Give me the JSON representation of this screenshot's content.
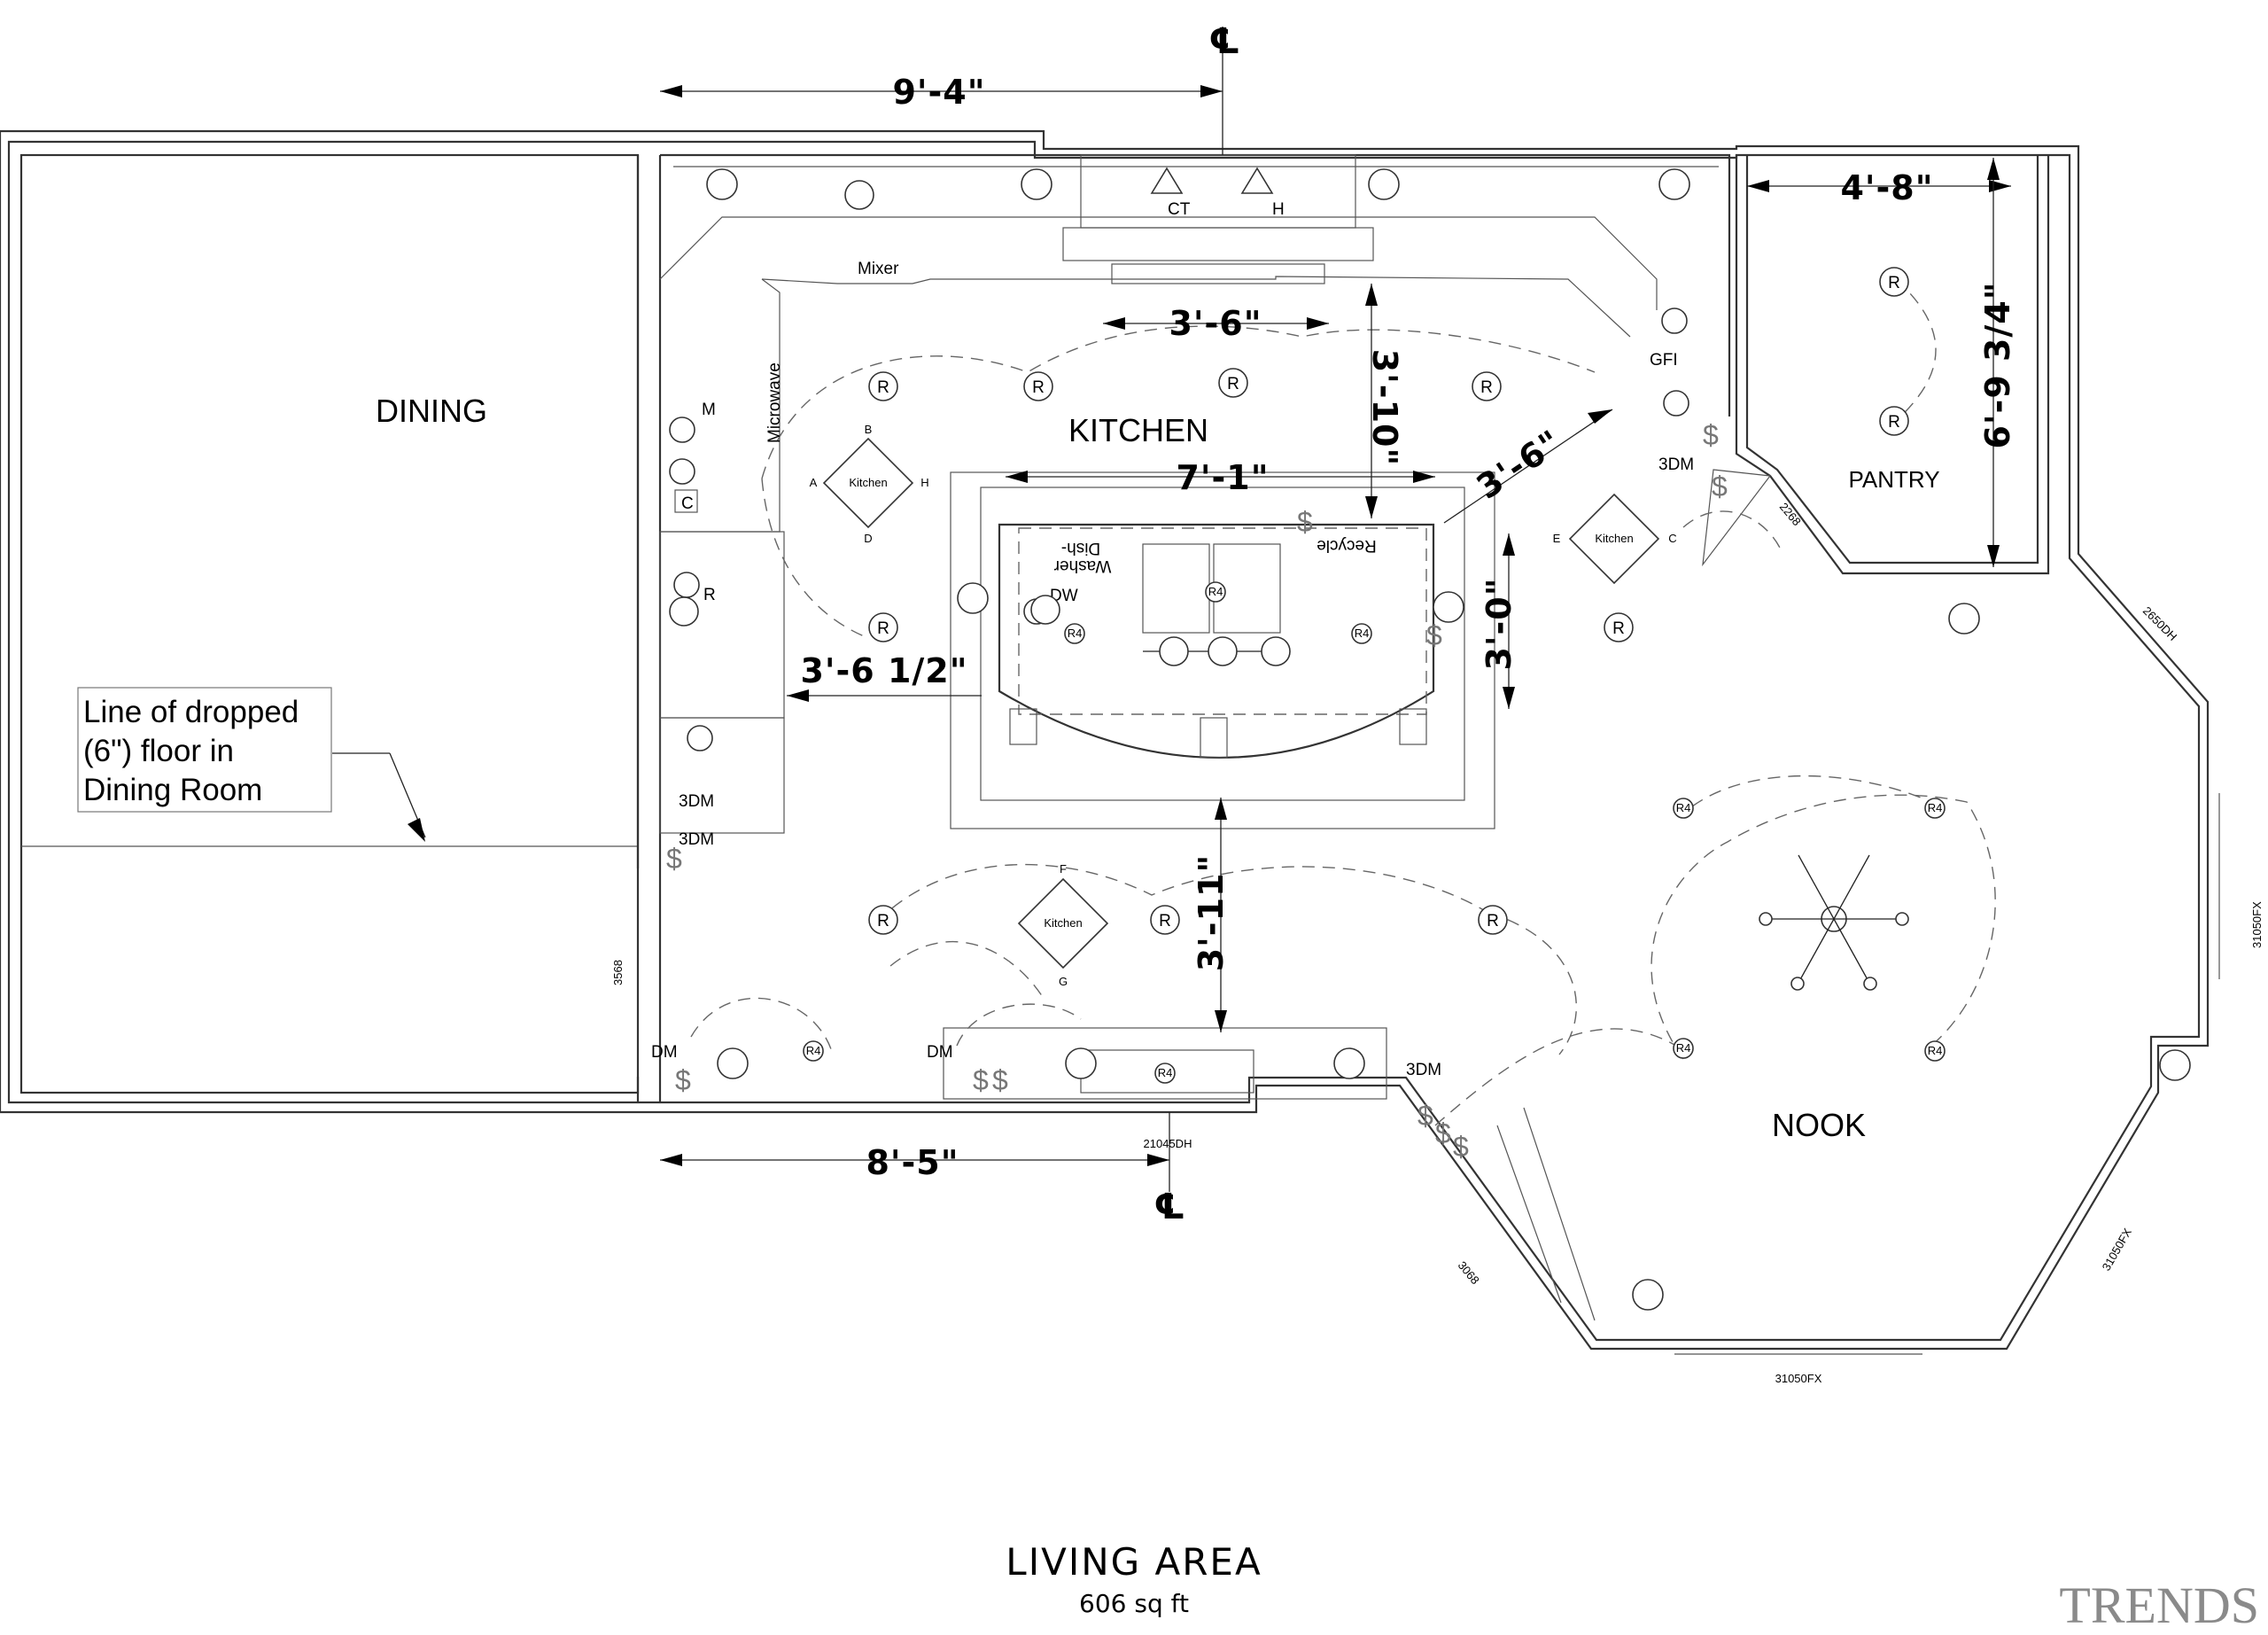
{
  "rooms": {
    "dining": "DINING",
    "kitchen": "KITCHEN",
    "pantry": "PANTRY",
    "nook": "NOOK"
  },
  "dimensions": {
    "top_width": "9'-4\"",
    "bottom_width": "8'-5\"",
    "pantry_width": "4'-8\"",
    "pantry_depth": "6'-9 3/4\"",
    "counter_gap": "3'-6\"",
    "kitchen_depth": "3'-10\"",
    "island_width": "7'-1\"",
    "diag_clearance": "3'-6\"",
    "side_clearance": "3'-0\"",
    "left_clearance": "3'-6 1/2\"",
    "front_clearance": "3'-11\""
  },
  "centerline_mark": "℄",
  "note": {
    "line1": "Line of dropped",
    "line2": "(6\") floor in",
    "line3": "Dining Room"
  },
  "appliances": {
    "cooktop": "CT",
    "hood": "H",
    "mixer": "Mixer",
    "microwave": "Microwave",
    "m": "M",
    "c": "C",
    "r": "R",
    "dw": "DW",
    "dishwasher_1": "Dish-",
    "dishwasher_2": "Washer",
    "recycle": "Recycle",
    "gfi": "GFI"
  },
  "switches": {
    "dm": "DM",
    "three_dm": "3DM",
    "dollar": "$"
  },
  "lights": {
    "recessed": "R",
    "r4": "R4",
    "kitchen_fixture": "Kitchen",
    "letters": {
      "a": "A",
      "b": "B",
      "d": "D",
      "h": "H",
      "e": "E",
      "c": "C",
      "f": "F",
      "g": "G"
    }
  },
  "openings": {
    "door_dining": "3568",
    "door_pantry": "2268",
    "window_nook_upper": "2650DH",
    "window_right": "31050FX",
    "window_lower_right": "31050FX",
    "window_bottom": "31050FX",
    "window_kitchen": "21045DH",
    "door_nook": "3068"
  },
  "caption": {
    "title": "LIVING AREA",
    "area": "606 sq ft"
  },
  "watermark": "TRENDS"
}
